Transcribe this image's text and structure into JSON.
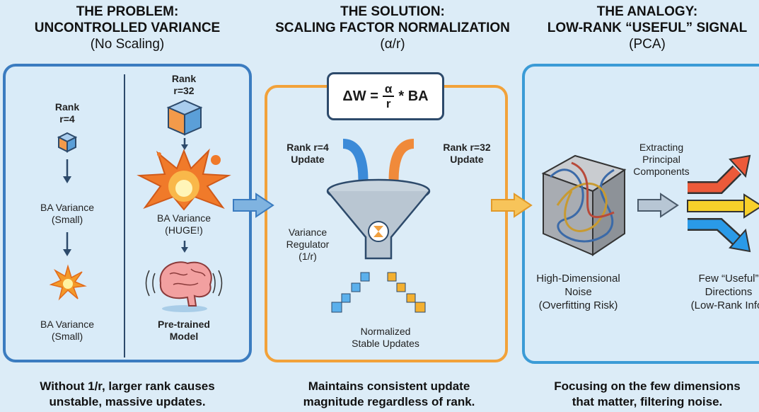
{
  "problem": {
    "title": "THE PROBLEM:",
    "subtitle": "UNCONTROLLED VARIANCE",
    "note": "(No Scaling)",
    "small": {
      "rank": "Rank",
      "r": "r=4",
      "var1": "BA Variance",
      "var1b": "(Small)",
      "var2": "BA Variance",
      "var2b": "(Small)"
    },
    "large": {
      "rank": "Rank",
      "r": "r=32",
      "var": "BA Variance",
      "varb": "(HUGE!)",
      "model": "Pre-trained",
      "modelb": "Model"
    },
    "caption1": "Without 1/r, larger rank causes",
    "caption2": "unstable, massive updates."
  },
  "solution": {
    "title": "THE SOLUTION:",
    "subtitle": "SCALING FACTOR NORMALIZATION",
    "note": "(α/r)",
    "formula_left": "ΔW =",
    "formula_num": "α",
    "formula_den": "r",
    "formula_right": "* BA",
    "left_in": "Rank r=4",
    "left_in2": "Update",
    "right_in": "Rank r=32",
    "right_in2": "Update",
    "regulator": "Variance",
    "regulator2": "Regulator",
    "regulator3": "(1/r)",
    "out": "Normalized",
    "out2": "Stable Updates",
    "caption1": "Maintains consistent update",
    "caption2": "magnitude regardless of rank."
  },
  "analogy": {
    "title": "THE ANALOGY:",
    "subtitle": "LOW-RANK “USEFUL” SIGNAL",
    "note": "(PCA)",
    "extract": "Extracting",
    "extract2": "Principal",
    "extract3": "Components",
    "noise": "High-Dimensional",
    "noise2": "Noise",
    "noise3": "(Overfitting Risk)",
    "dirs": "Few “Useful”",
    "dirs2": "Directions",
    "dirs3": "(Low-Rank Info)",
    "caption1": "Focusing on the few dimensions",
    "caption2": "that matter, filtering noise."
  },
  "colors": {
    "blue": "#3b7cc0",
    "orange": "#f2a23a",
    "bg": "#dcecf7"
  }
}
